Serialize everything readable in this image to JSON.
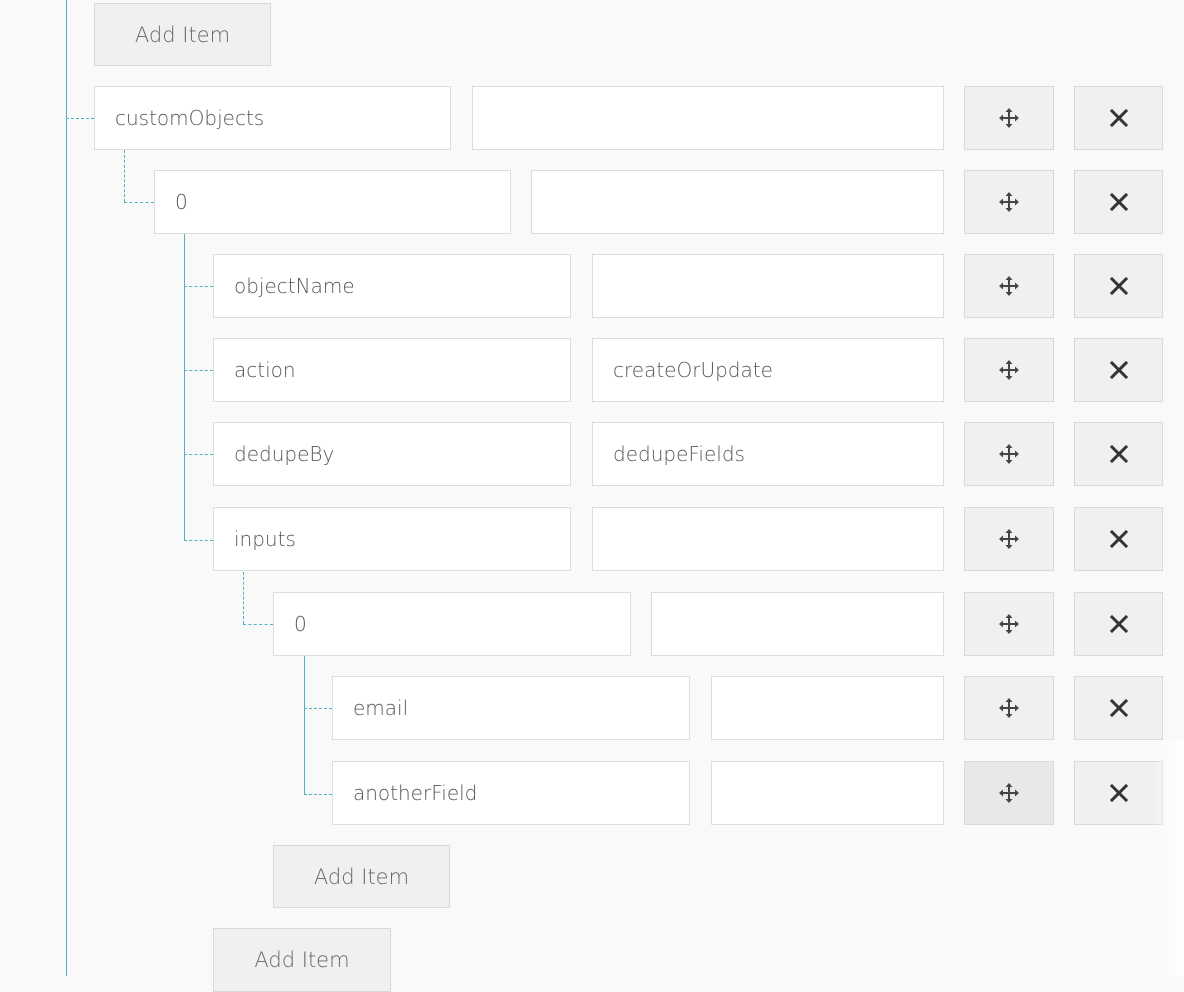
{
  "buttons": {
    "add_item_label": "Add Item",
    "move_icon": "move-arrows-icon",
    "remove_icon": "close-x-icon"
  },
  "rows": [
    {
      "key": "customObjects",
      "value": "",
      "key_placeholder": "",
      "value_placeholder": ""
    },
    {
      "key": "0",
      "value": ""
    },
    {
      "key": "objectName",
      "value": ""
    },
    {
      "key": "action",
      "value": "createOrUpdate"
    },
    {
      "key": "dedupeBy",
      "value": "dedupeFields"
    },
    {
      "key": "inputs",
      "value": ""
    },
    {
      "key": "0",
      "value": ""
    },
    {
      "key": "email",
      "value": ""
    },
    {
      "key": "anotherField",
      "value": ""
    }
  ],
  "colors": {
    "tree_line": "#4fb3bf",
    "background": "#f9f9f9",
    "button_bg": "#f0f0f0"
  }
}
